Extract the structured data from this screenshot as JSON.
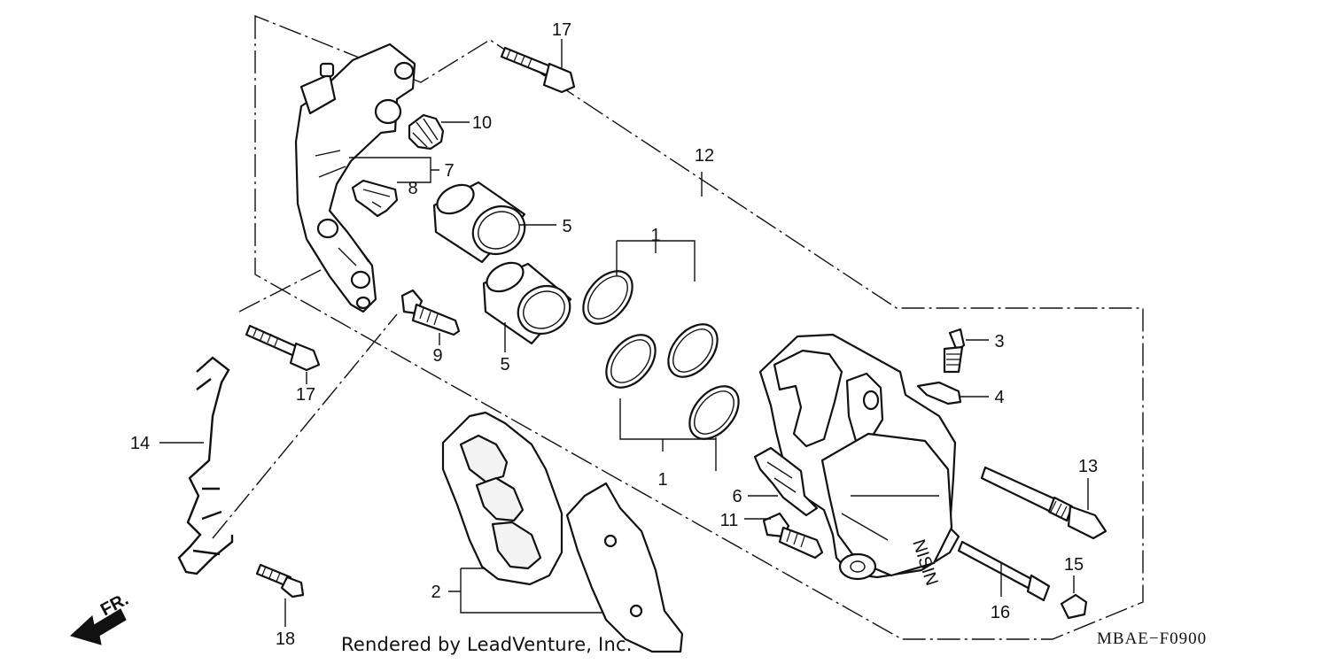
{
  "callouts": [
    {
      "id": "c1a",
      "text": "1"
    },
    {
      "id": "c1b",
      "text": "1"
    },
    {
      "id": "c2",
      "text": "2"
    },
    {
      "id": "c3",
      "text": "3"
    },
    {
      "id": "c4",
      "text": "4"
    },
    {
      "id": "c5a",
      "text": "5"
    },
    {
      "id": "c5b",
      "text": "5"
    },
    {
      "id": "c6",
      "text": "6"
    },
    {
      "id": "c7",
      "text": "7"
    },
    {
      "id": "c8",
      "text": "8"
    },
    {
      "id": "c9",
      "text": "9"
    },
    {
      "id": "c10",
      "text": "10"
    },
    {
      "id": "c11",
      "text": "11"
    },
    {
      "id": "c12",
      "text": "12"
    },
    {
      "id": "c13",
      "text": "13"
    },
    {
      "id": "c14",
      "text": "14"
    },
    {
      "id": "c15",
      "text": "15"
    },
    {
      "id": "c16",
      "text": "16"
    },
    {
      "id": "c17a",
      "text": "17"
    },
    {
      "id": "c17b",
      "text": "17"
    },
    {
      "id": "c18",
      "text": "18"
    }
  ],
  "caliper_brand": "NISIN",
  "front_arrow_label": "FR.",
  "credit": "Rendered by LeadVenture, Inc.",
  "diagram_code": "MBAE−F0900"
}
